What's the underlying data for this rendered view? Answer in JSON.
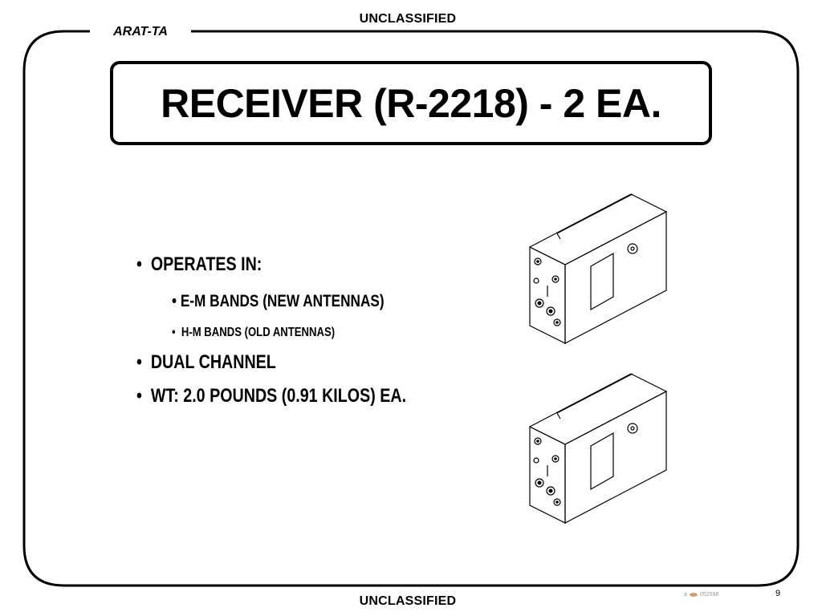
{
  "classification": {
    "top": "UNCLASSIFIED",
    "bottom": "UNCLASSIFIED"
  },
  "org_label": "ARAT-TA",
  "title": "RECEIVER (R-2218) - 2 EA.",
  "bullets": [
    {
      "level": 1,
      "text": "OPERATES IN:"
    },
    {
      "level": 2,
      "text": "E-M BANDS (NEW ANTENNAS)"
    },
    {
      "level": 3,
      "text": "H-M BANDS (OLD ANTENNAS)"
    },
    {
      "level": 1,
      "text": "DUAL CHANNEL"
    },
    {
      "level": 1,
      "text": "WT:  2.0 POUNDS (0.91 KILOS) EA."
    }
  ],
  "bullet_glyph": "•",
  "page_number": "9",
  "footer_logo_letter": "a",
  "footer_code": "052598",
  "colors": {
    "border": "#000000",
    "background": "#ffffff",
    "footer_text": "#999999"
  },
  "images": {
    "device_upper": "receiver-unit-illustration",
    "device_lower": "receiver-unit-illustration"
  }
}
